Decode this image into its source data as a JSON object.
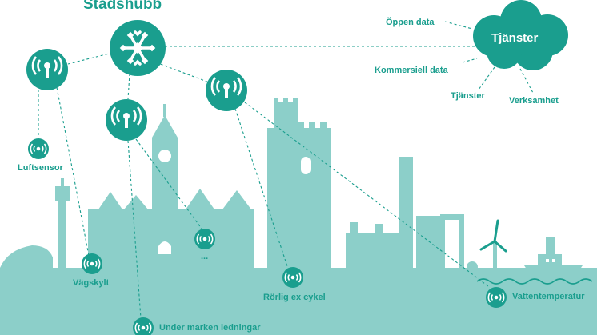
{
  "title": "Stadshubb",
  "cloud": {
    "label": "Tjänster"
  },
  "cloud_inputs": [
    "Öppen data",
    "Kommersiell data",
    "Tjänster",
    "Verksamhet"
  ],
  "sensors": [
    {
      "id": "luftsensor",
      "label": "Luftsensor"
    },
    {
      "id": "vagskylt",
      "label": "Vägskylt"
    },
    {
      "id": "dots",
      "label": "..."
    },
    {
      "id": "rorlig",
      "label": "Rörlig ex cykel"
    },
    {
      "id": "vattentemperatur",
      "label": "Vattentemperatur"
    },
    {
      "id": "under-marken",
      "label": "Under marken ledningar"
    }
  ],
  "colors": {
    "accent": "#1a9e8e",
    "skyline": "#8ccfc9",
    "line": "#1a9e8e"
  },
  "icons": {
    "hub": "snowflake-hub-icon",
    "antenna": "antenna-icon",
    "sensor": "wireless-signal-icon"
  }
}
